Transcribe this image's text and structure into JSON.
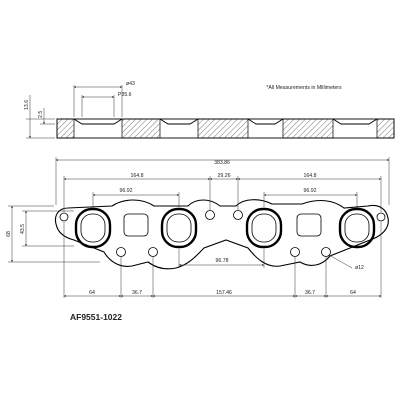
{
  "note": "*All Measurements in Millimeters",
  "part_number": "AF9551-1022",
  "side_view": {
    "dims": {
      "outer_port_dia": "ø43",
      "inner_port_dia": "P35.6",
      "height_total": "13.6",
      "height_step": "2.5"
    }
  },
  "plan_view": {
    "dims": {
      "overall_width": "383.86",
      "span_left": "164.8",
      "span_right": "164.8",
      "port_pitch_left": "96.92",
      "port_pitch_right": "96.92",
      "center_bolt_spacing": "29.26",
      "center_port_spacing": "96.78",
      "overall_height": "68",
      "port_height": "43.5",
      "bolt_dia": "ø12",
      "bottom_1": "64",
      "bottom_2": "36.7",
      "bottom_3": "157.46",
      "bottom_4": "36.7",
      "bottom_5": "64"
    }
  },
  "colors": {
    "line": "#000000",
    "dimension": "#333333",
    "hatch": "#555555"
  }
}
